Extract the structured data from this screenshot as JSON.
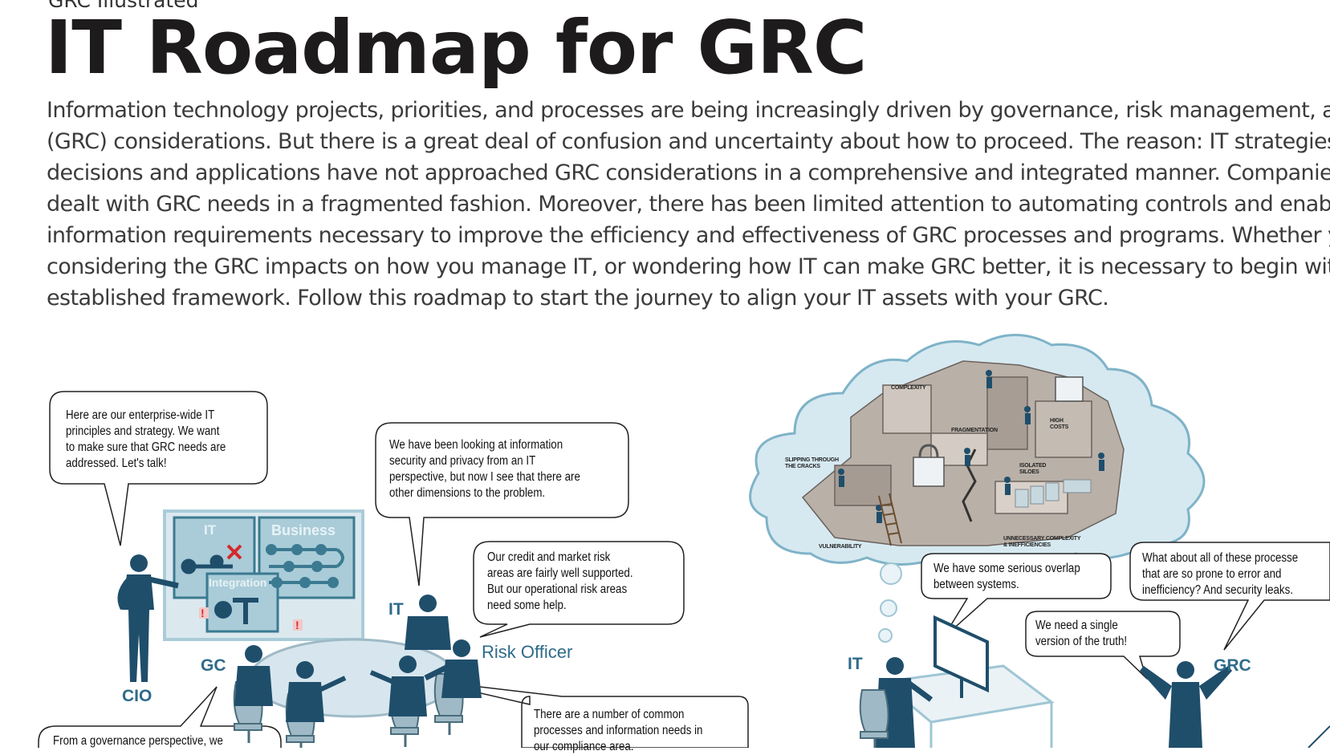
{
  "header": {
    "kicker": "GRC Illustrated",
    "title": "IT Roadmap for GRC"
  },
  "intro": {
    "lines": [
      "Information technology projects, priorities, and processes are being increasingly driven by governance, risk management, and co",
      "(GRC) considerations.  But there is a great deal of confusion and uncertainty about how to proceed.  The reason: IT strategies, a",
      "decisions and applications have not approached GRC considerations in a comprehensive and  integrated manner. Companies ha",
      "dealt with GRC needs in a fragmented fashion.  Moreover, there has been limited attention to automating controls and enablin",
      "information requirements necessary to improve the efficiency and effectiveness of GRC processes and programs.   Whether you",
      "considering the GRC impacts on how you manage IT, or wondering how IT can make GRC better, it is necessary to begin with a",
      "established framework. Follow this roadmap to start the journey to align your IT assets with your GRC."
    ]
  },
  "left_scene": {
    "bubbles": {
      "cio": [
        "Here are our enterprise-wide IT",
        "principles and strategy. We want",
        "to make sure that GRC needs are",
        "addressed. Let's talk!"
      ],
      "it": [
        "We have been looking at information",
        "security and privacy from an IT",
        "perspective, but now I see that there are",
        "other dimensions to the problem."
      ],
      "risk": [
        "Our credit and market risk",
        "areas are fairly well supported.",
        "But our operational risk areas",
        "need some help."
      ],
      "compliance": [
        "There are a number of common",
        "processes and information needs in",
        "our compliance area."
      ],
      "gc": [
        "From a governance perspective, we"
      ]
    },
    "board": {
      "it_label": "IT",
      "business_label": "Business",
      "integration_label": "Integration"
    },
    "roles": {
      "cio": "CIO",
      "gc": "GC",
      "it": "IT",
      "risk": "Risk Officer"
    }
  },
  "right_scene": {
    "cloud_labels": {
      "complexity": "COMPLEXITY",
      "fragmentation": "FRAGMENTATION",
      "high_costs": [
        "HIGH",
        "COSTS"
      ],
      "slipping": [
        "SLIPPING THROUGH",
        "THE CRACKS"
      ],
      "siloes": [
        "ISOLATED",
        "SILOES"
      ],
      "vulnerability": "VULNERABILITY",
      "unnecessary": [
        "UNNECESSARY COMPLEXITY",
        "& INEFFICIENCIES"
      ]
    },
    "bubbles": {
      "overlap": [
        "We have some serious overlap",
        "between systems."
      ],
      "processes": [
        "What about all of these processe",
        "that are so prone to error and",
        "inefficiency? And security leaks."
      ],
      "single": [
        "We need a single",
        "version of the truth!"
      ]
    },
    "roles": {
      "it": "IT",
      "grc": "GRC"
    }
  },
  "colors": {
    "figure_navy": "#1f4e6b",
    "board_teal": "#3b7a91",
    "board_light": "#a9ccd8",
    "role_blue": "#2f6b8a",
    "cloud_fill": "#d6e9f1",
    "cloud_stroke": "#7fb3c8",
    "alert_red": "#d6282b"
  },
  "icons": {
    "person": "person-icon",
    "chair": "chair-icon",
    "monitor": "monitor-icon",
    "padlock": "padlock-icon"
  }
}
